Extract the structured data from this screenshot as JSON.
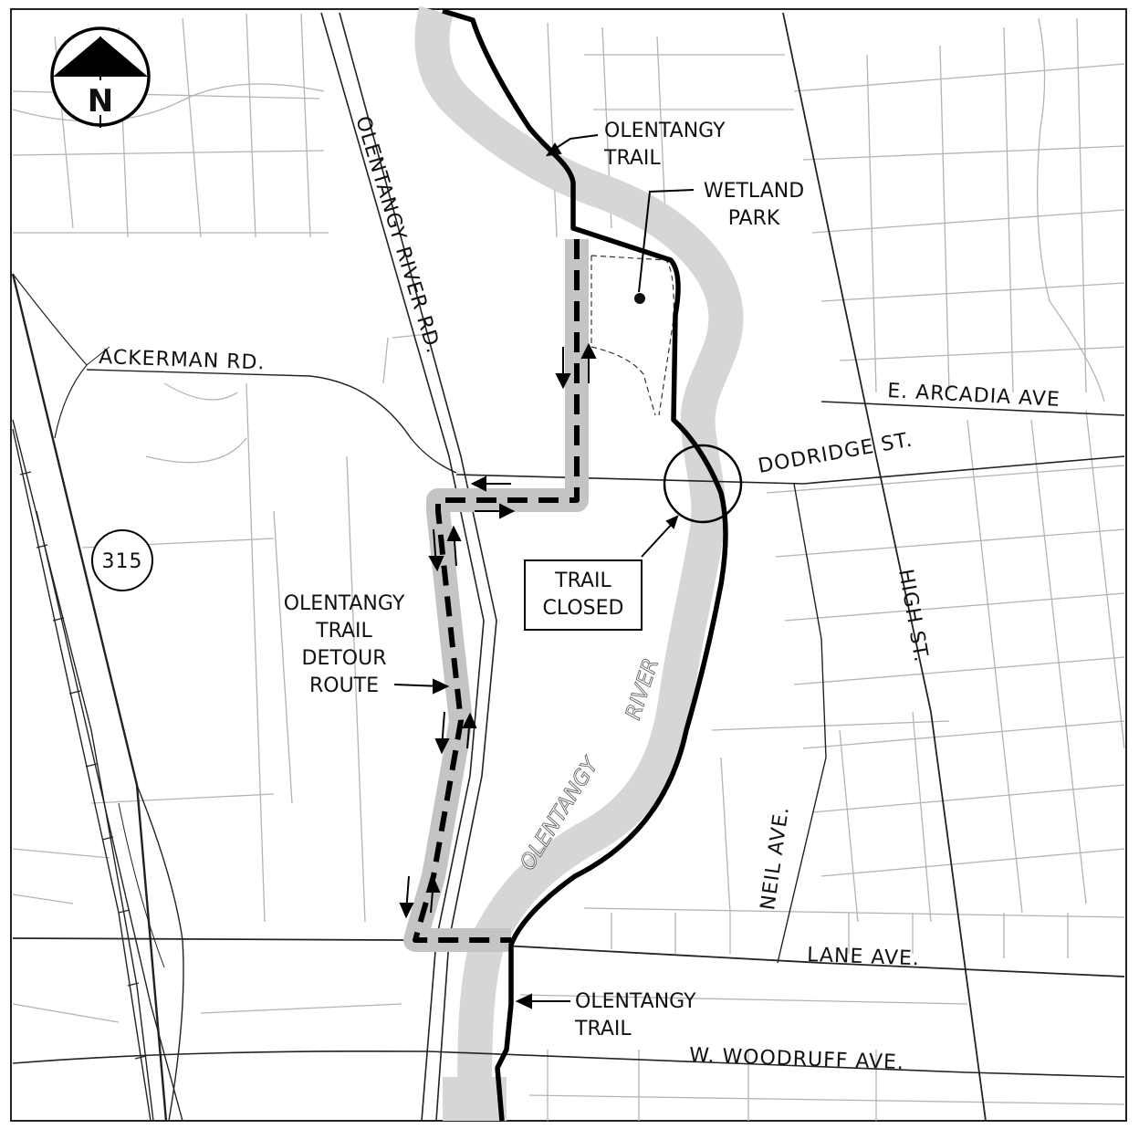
{
  "map": {
    "north_arrow": {
      "letter": "N"
    },
    "highway_shield": "315",
    "streets": {
      "olentangy_river_rd": "OLENTANGY RIVER RD.",
      "ackerman_rd": "ACKERMAN RD.",
      "e_arcadia_ave": "E. ARCADIA AVE",
      "dodridge_st": "DODRIDGE ST.",
      "high_st": "HIGH ST.",
      "neil_ave": "NEIL AVE.",
      "lane_ave": "LANE AVE.",
      "w_woodruff_ave": "W. WOODRUFF AVE."
    },
    "river_label_1": "OLENTANGY",
    "river_label_2": "RIVER",
    "callouts": {
      "trail_north": [
        "OLENTANGY",
        "TRAIL"
      ],
      "wetland_park": [
        "WETLAND",
        "PARK"
      ],
      "trail_closed": [
        "TRAIL",
        "CLOSED"
      ],
      "detour_route": [
        "OLENTANGY",
        "TRAIL",
        "DETOUR",
        "ROUTE"
      ],
      "trail_south": [
        "OLENTANGY",
        "TRAIL"
      ]
    },
    "colors": {
      "river": "#d6d6d6",
      "trail": "#000000",
      "detour_highlight": "#c4c4c4",
      "street_lines": "#9a9a9a"
    }
  }
}
